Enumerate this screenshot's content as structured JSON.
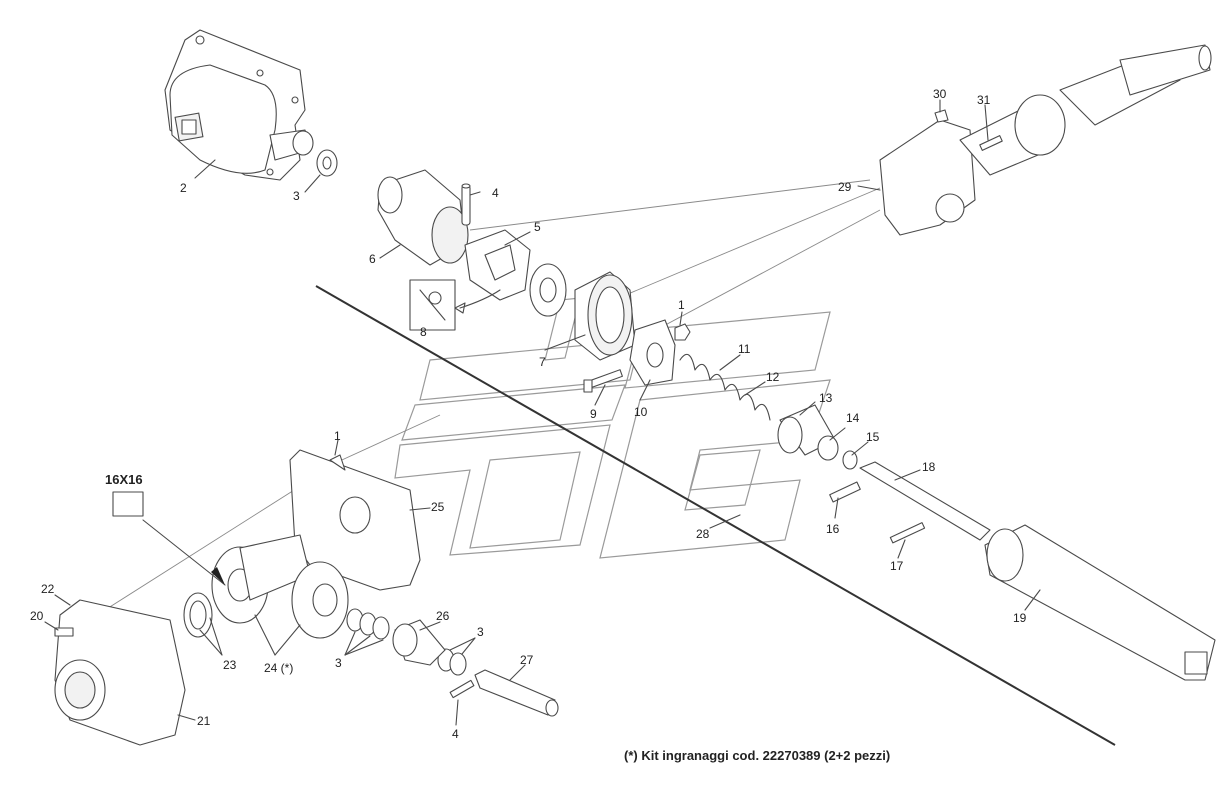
{
  "labels": {
    "p1a": "1",
    "p1b": "1",
    "p2": "2",
    "p3a": "3",
    "p3b": "3",
    "p3c": "3",
    "p4a": "4",
    "p4b": "4",
    "p5": "5",
    "p6": "6",
    "p7": "7",
    "p8": "8",
    "p9": "9",
    "p10": "10",
    "p11": "11",
    "p12": "12",
    "p13": "13",
    "p14": "14",
    "p15": "15",
    "p16": "16",
    "p17": "17",
    "p18": "18",
    "p19": "19",
    "p20": "20",
    "p21": "21",
    "p22": "22",
    "p23": "23",
    "p24": "24 (*)",
    "p25": "25",
    "p26": "26",
    "p27": "27",
    "p28": "28",
    "p29": "29",
    "p30": "30",
    "p31": "31"
  },
  "size_box": "16X16",
  "kit_note": "(*)  Kit ingranaggi cod. 22270389 (2+2 pezzi)"
}
